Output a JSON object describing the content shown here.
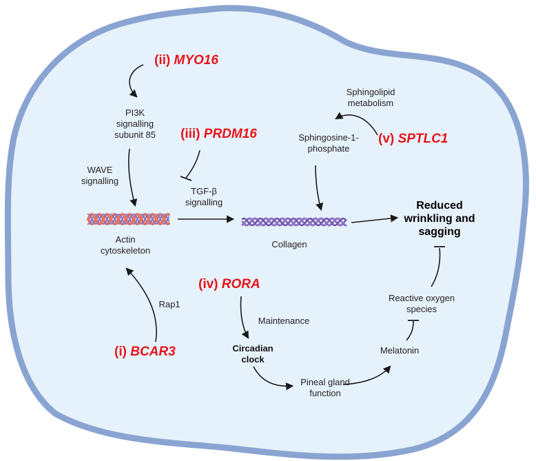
{
  "genes": {
    "myo16": {
      "num": "(ii)",
      "sym": "MYO16"
    },
    "prdm16": {
      "num": "(iii)",
      "sym": "PRDM16"
    },
    "sptlc1": {
      "num": "(v)",
      "sym": "SPTLC1"
    },
    "rora": {
      "num": "(iv)",
      "sym": "RORA"
    },
    "bcar3": {
      "num": "(i)",
      "sym": "BCAR3"
    }
  },
  "nodes": {
    "pi3k": [
      "PI3K",
      "signalling",
      "subunit 85"
    ],
    "wave": [
      "WAVE",
      "signalling"
    ],
    "tgf": [
      "TGF-β",
      "signalling"
    ],
    "sphingolipid": [
      "Sphingolipid",
      "metabolism"
    ],
    "s1p": [
      "Sphingosine-1-",
      "phosphate"
    ],
    "actin": [
      "Actin",
      "cytoskeleton"
    ],
    "collagen": "Collagen",
    "outcome": [
      "Reduced",
      "wrinkling and",
      "sagging"
    ],
    "rap1": "Rap1",
    "maintenance": "Maintenance",
    "circadian": [
      "Circadian",
      "clock"
    ],
    "pineal": [
      "Pineal gland",
      "function"
    ],
    "melatonin": "Melatonin",
    "ros": [
      "Reactive oxygen",
      "species"
    ]
  },
  "colors": {
    "blob_fill": "#e6f2fb",
    "blob_stroke": "#8aa4d2",
    "gene_red": "#e8141b",
    "actin_red": "#e07368",
    "actin_purple": "#8a77b8",
    "collagen_purple": "#8d72c4",
    "arrow": "#1a1a1a"
  }
}
